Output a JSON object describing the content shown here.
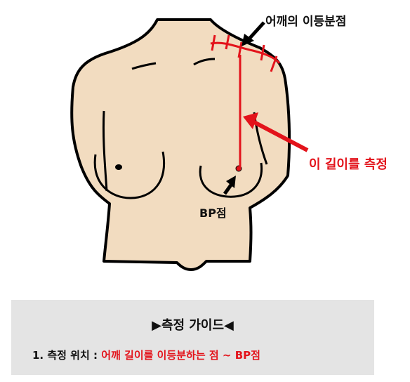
{
  "labels": {
    "shoulder_point": "어깨의 이등분점",
    "measure_length": "이 길이를 측정",
    "bp_point": "BP점"
  },
  "guide": {
    "title": "▶측정 가이드◀",
    "item_label": "1. 측정 위치 : ",
    "item_value": "어깨 길이를 이등분하는 점 ~ BP점"
  },
  "colors": {
    "skin": "#f2dcc0",
    "outline": "#000000",
    "accent": "#e3131b",
    "guide_bg": "#e4e4e4"
  }
}
